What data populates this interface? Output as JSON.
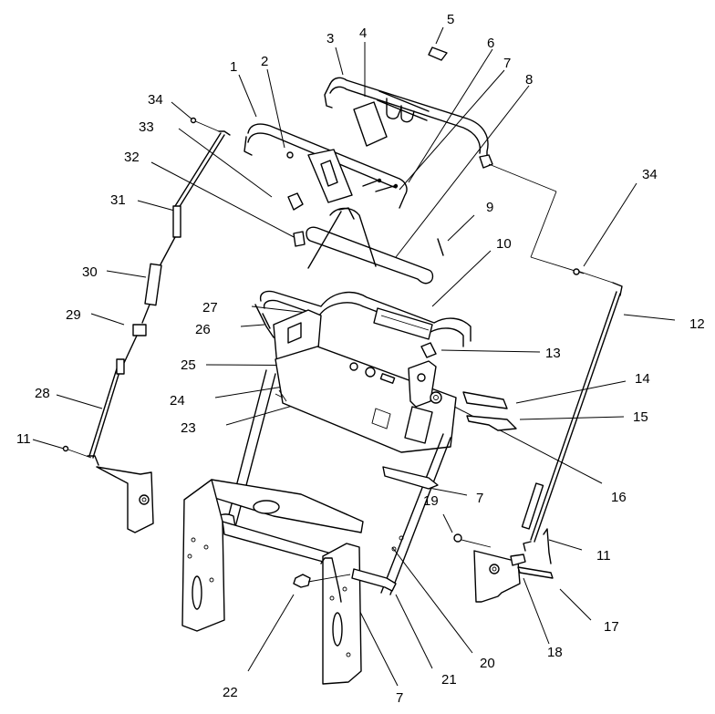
{
  "diagram": {
    "callouts": [
      {
        "id": "c5",
        "text": "5"
      },
      {
        "id": "c3",
        "text": "3"
      },
      {
        "id": "c4",
        "text": "4"
      },
      {
        "id": "c6",
        "text": "6"
      },
      {
        "id": "c7a",
        "text": "7"
      },
      {
        "id": "c8",
        "text": "8"
      },
      {
        "id": "c1",
        "text": "1"
      },
      {
        "id": "c2",
        "text": "2"
      },
      {
        "id": "c34a",
        "text": "34"
      },
      {
        "id": "c33",
        "text": "33"
      },
      {
        "id": "c32",
        "text": "32"
      },
      {
        "id": "c31",
        "text": "31"
      },
      {
        "id": "c9",
        "text": "9"
      },
      {
        "id": "c34b",
        "text": "34"
      },
      {
        "id": "c10",
        "text": "10"
      },
      {
        "id": "c30",
        "text": "30"
      },
      {
        "id": "c12",
        "text": "12"
      },
      {
        "id": "c27",
        "text": "27"
      },
      {
        "id": "c29",
        "text": "29"
      },
      {
        "id": "c26",
        "text": "26"
      },
      {
        "id": "c13",
        "text": "13"
      },
      {
        "id": "c25",
        "text": "25"
      },
      {
        "id": "c14",
        "text": "14"
      },
      {
        "id": "c24",
        "text": "24"
      },
      {
        "id": "c28",
        "text": "28"
      },
      {
        "id": "c23",
        "text": "23"
      },
      {
        "id": "c15",
        "text": "15"
      },
      {
        "id": "c11a",
        "text": "11"
      },
      {
        "id": "c16",
        "text": "16"
      },
      {
        "id": "c7b",
        "text": "7"
      },
      {
        "id": "c19",
        "text": "19"
      },
      {
        "id": "c11b",
        "text": "11"
      },
      {
        "id": "c17",
        "text": "17"
      },
      {
        "id": "c18",
        "text": "18"
      },
      {
        "id": "c20",
        "text": "20"
      },
      {
        "id": "c21",
        "text": "21"
      },
      {
        "id": "c22",
        "text": "22"
      },
      {
        "id": "c7c",
        "text": "7"
      }
    ]
  }
}
